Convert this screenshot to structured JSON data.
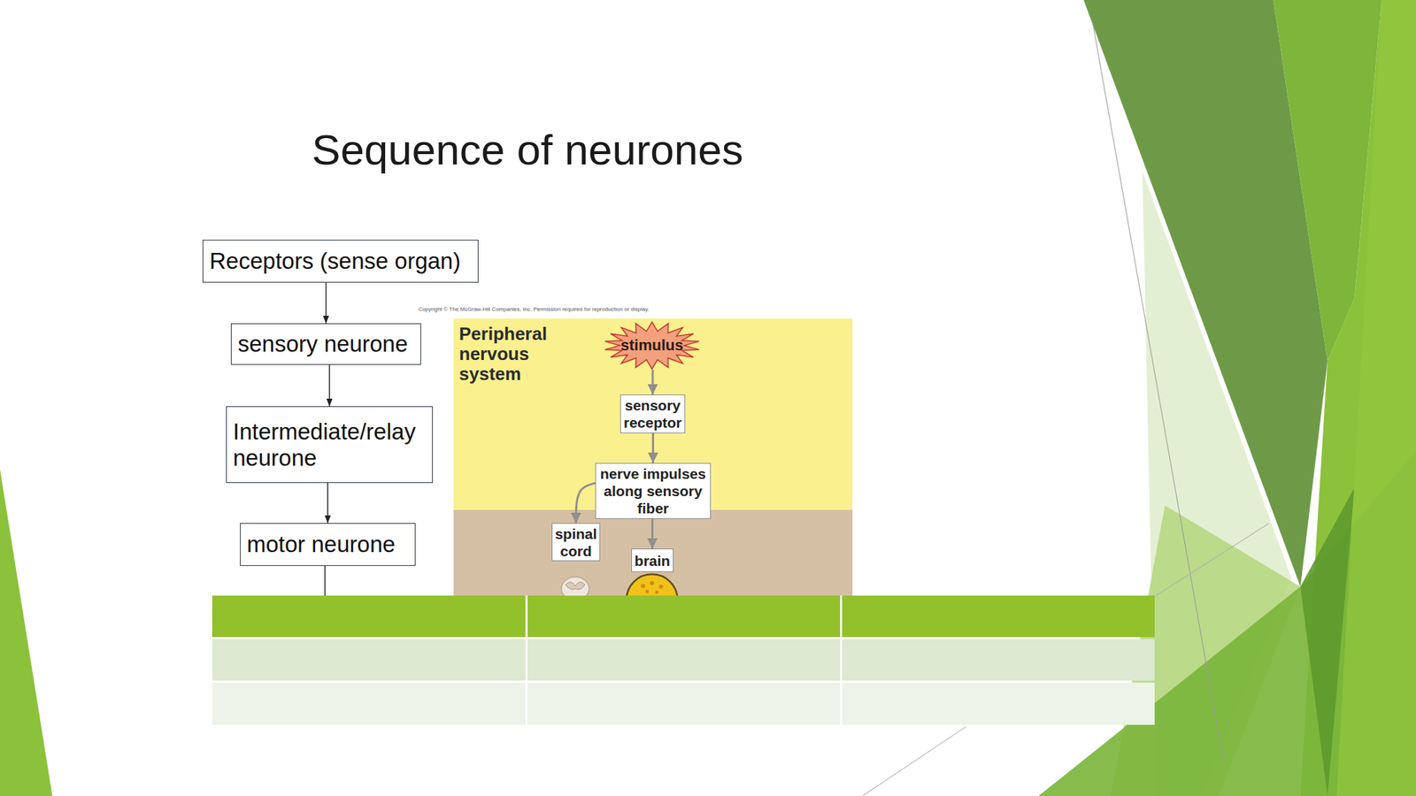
{
  "diagram": {
    "title": "Sequence of neurones",
    "nodes": [
      {
        "text": [
          "Receptors (sense organ)"
        ]
      },
      {
        "text": [
          "sensory neurone"
        ]
      },
      {
        "text": [
          "Intermediate/relay neurone"
        ]
      },
      {
        "text": [
          "motor neurone"
        ]
      },
      {
        "text": [
          "Peripheral nervous system"
        ]
      },
      {
        "text": [
          "stimulus"
        ],
        "in": 4
      },
      {
        "text": [
          "sensory receptor"
        ],
        "in": 4
      },
      {
        "text": [
          "nerve impulses along sensory fiber"
        ],
        "in": 4
      },
      {
        "text": [
          "spinal cord"
        ]
      },
      {
        "text": [
          "brain"
        ]
      }
    ],
    "edges": [
      {
        "from": 0,
        "to": 1,
        "arrow": "to"
      },
      {
        "from": 1,
        "to": 2,
        "arrow": "to"
      },
      {
        "from": 2,
        "to": 3,
        "arrow": "to"
      },
      {
        "from": 5,
        "to": 6,
        "arrow": "to"
      },
      {
        "from": 6,
        "to": 7,
        "arrow": "to"
      },
      {
        "from": 7,
        "to": 8,
        "arrow": "to"
      },
      {
        "from": 7,
        "to": 9,
        "arrow": "to"
      }
    ],
    "labels": [
      "Copyright © The McGraw-Hill Companies, Inc. Permission required for reproduction or display."
    ]
  }
}
